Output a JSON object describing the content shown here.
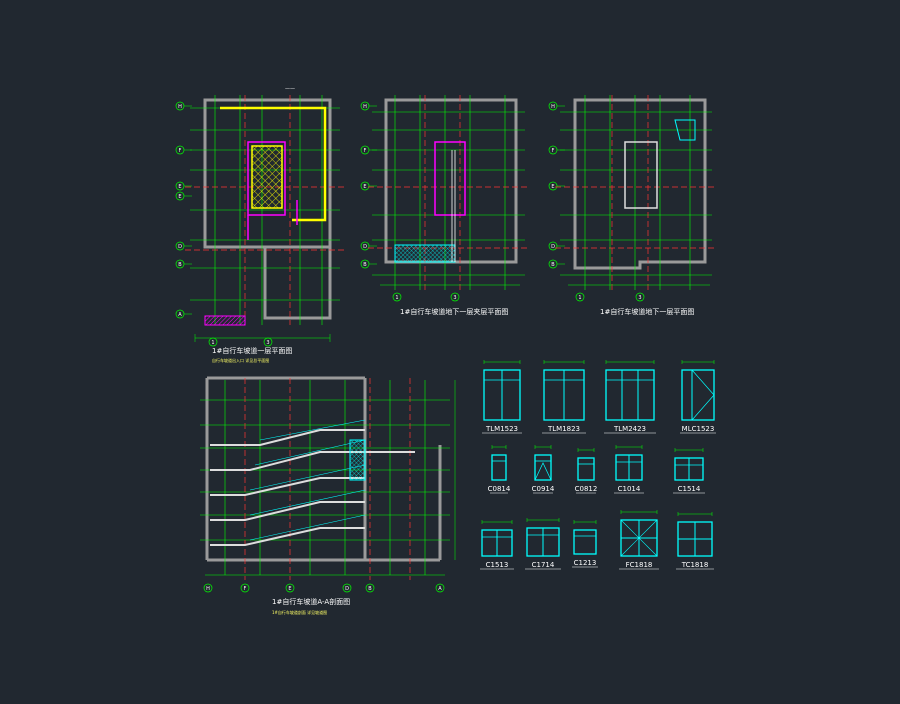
{
  "colors": {
    "background": "#212830",
    "grid": "#00ff00",
    "axis": "#ff3333",
    "wall": "#9a9a9a",
    "dim": "#00ff00",
    "yellow": "#ffff00",
    "magenta": "#ff00ff",
    "cyan": "#00ffff",
    "white": "#ffffff"
  },
  "plans": [
    {
      "title": "1#自行车坡道一层平面图",
      "subtitle": "自行车坡道出入口 详见总平面图",
      "axes_left": [
        "H",
        "F",
        "E",
        "E",
        "D",
        "B",
        "A"
      ],
      "axes_bottom": [
        "1",
        "3"
      ]
    },
    {
      "title": "1#自行车坡道地下一层夹层平面图",
      "axes_left": [
        "H",
        "F",
        "E",
        "D",
        "B"
      ],
      "axes_bottom": [
        "1",
        "3"
      ]
    },
    {
      "title": "1#自行车坡道地下一层平面图",
      "axes_left": [
        "H",
        "F",
        "E",
        "D",
        "B"
      ],
      "axes_bottom": [
        "1",
        "3"
      ]
    }
  ],
  "section": {
    "title": "1#自行车坡道A-A剖面图",
    "subtitle": "1#自行车坡道剖面 详见坡道图",
    "axes_bottom": [
      "H",
      "F",
      "E",
      "D",
      "B",
      "A"
    ]
  },
  "windows": [
    {
      "label": "TLM1523"
    },
    {
      "label": "TLM1823"
    },
    {
      "label": "TLM2423"
    },
    {
      "label": "MLC1523"
    },
    {
      "label": "C0814"
    },
    {
      "label": "C0914"
    },
    {
      "label": "C0812"
    },
    {
      "label": "C1014"
    },
    {
      "label": "C1514"
    },
    {
      "label": "C1513"
    },
    {
      "label": "C1714"
    },
    {
      "label": "C1213"
    },
    {
      "label": "FC1818"
    },
    {
      "label": "TC1818"
    }
  ]
}
